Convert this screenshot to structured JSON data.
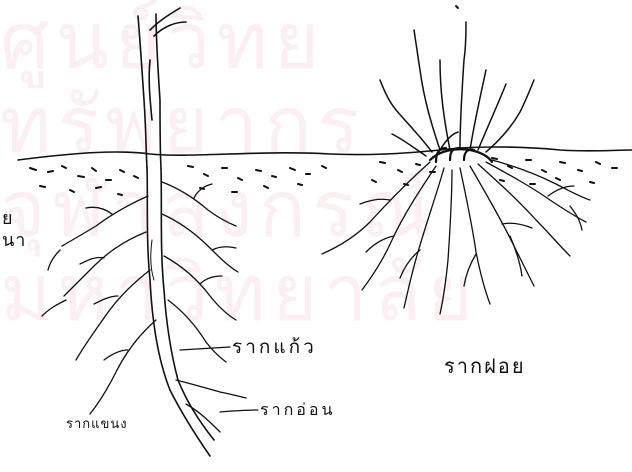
{
  "watermark": {
    "line1": "ศูนย์วิทยทรัพยากร",
    "line2": "จุฬาลงกรณ์มหาวิทยาลัย"
  },
  "labels": {
    "taproot": "รากแก้ว",
    "fibrous_root": "รากฝอย",
    "lateral_root": "รากแขนง",
    "young_root": "รากอ่อน",
    "edge_text": "ย\nนา"
  },
  "colors": {
    "ink": "#111111",
    "background": "#ffffff",
    "watermark": "#d21e46"
  }
}
